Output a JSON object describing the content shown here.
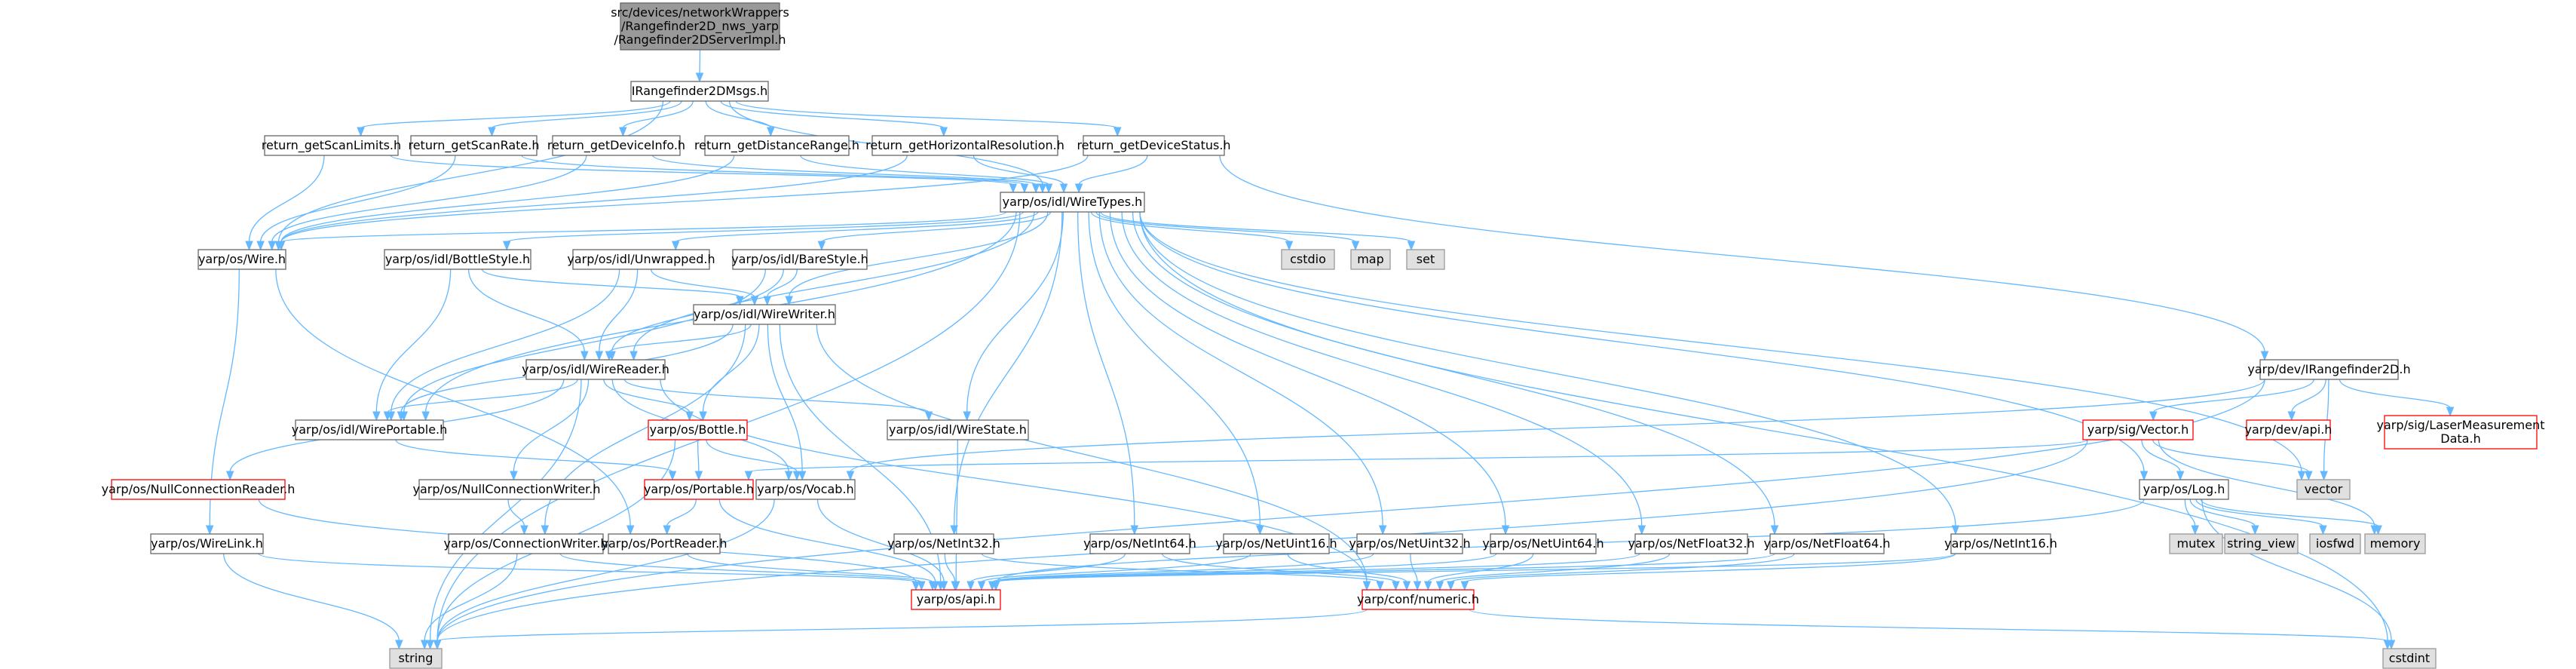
{
  "colors": {
    "edge": "#63b8ff",
    "node_border": "#666666",
    "node_fill": "#ffffff",
    "root_fill": "#999999",
    "root_border": "#666666",
    "system_fill": "#e0e0e0",
    "system_border": "#999999",
    "truncated_border": "#ff0000",
    "text": "#000000"
  },
  "nodes": [
    {
      "id": "root",
      "lines": [
        "src/devices/networkWrappers",
        "/Rangefinder2D_nws_yarp",
        "/Rangefinder2DServerImpl.h"
      ],
      "kind": "root"
    },
    {
      "id": "irf2dmsgs",
      "lines": [
        "IRangefinder2DMsgs.h"
      ],
      "kind": "normal"
    },
    {
      "id": "scanlimits",
      "lines": [
        "return_getScanLimits.h"
      ],
      "kind": "normal"
    },
    {
      "id": "scanrate",
      "lines": [
        "return_getScanRate.h"
      ],
      "kind": "normal"
    },
    {
      "id": "deviceinfo",
      "lines": [
        "return_getDeviceInfo.h"
      ],
      "kind": "normal"
    },
    {
      "id": "distrange",
      "lines": [
        "return_getDistanceRange.h"
      ],
      "kind": "normal"
    },
    {
      "id": "horizres",
      "lines": [
        "return_getHorizontalResolution.h"
      ],
      "kind": "normal"
    },
    {
      "id": "devstatus",
      "lines": [
        "return_getDeviceStatus.h"
      ],
      "kind": "normal"
    },
    {
      "id": "wiretypes",
      "lines": [
        "yarp/os/idl/WireTypes.h"
      ],
      "kind": "normal"
    },
    {
      "id": "wire",
      "lines": [
        "yarp/os/Wire.h"
      ],
      "kind": "normal"
    },
    {
      "id": "cstdio",
      "lines": [
        "cstdio"
      ],
      "kind": "system"
    },
    {
      "id": "map",
      "lines": [
        "map"
      ],
      "kind": "system"
    },
    {
      "id": "set",
      "lines": [
        "set"
      ],
      "kind": "system"
    },
    {
      "id": "bottlestyle",
      "lines": [
        "yarp/os/idl/BottleStyle.h"
      ],
      "kind": "normal"
    },
    {
      "id": "unwrapped",
      "lines": [
        "yarp/os/idl/Unwrapped.h"
      ],
      "kind": "normal"
    },
    {
      "id": "barestyle",
      "lines": [
        "yarp/os/idl/BareStyle.h"
      ],
      "kind": "normal"
    },
    {
      "id": "wirewriter",
      "lines": [
        "yarp/os/idl/WireWriter.h"
      ],
      "kind": "normal"
    },
    {
      "id": "wirereader",
      "lines": [
        "yarp/os/idl/WireReader.h"
      ],
      "kind": "normal"
    },
    {
      "id": "irf2d",
      "lines": [
        "yarp/dev/IRangefinder2D.h"
      ],
      "kind": "normal"
    },
    {
      "id": "wireportable",
      "lines": [
        "yarp/os/idl/WirePortable.h"
      ],
      "kind": "normal"
    },
    {
      "id": "bottle",
      "lines": [
        "yarp/os/Bottle.h"
      ],
      "kind": "truncated"
    },
    {
      "id": "wirestate",
      "lines": [
        "yarp/os/idl/WireState.h"
      ],
      "kind": "normal"
    },
    {
      "id": "sigvector",
      "lines": [
        "yarp/sig/Vector.h"
      ],
      "kind": "truncated"
    },
    {
      "id": "devapi",
      "lines": [
        "yarp/dev/api.h"
      ],
      "kind": "truncated"
    },
    {
      "id": "lasermeas",
      "lines": [
        "yarp/sig/LaserMeasurement",
        "Data.h"
      ],
      "kind": "truncated"
    },
    {
      "id": "vector",
      "lines": [
        "vector"
      ],
      "kind": "system"
    },
    {
      "id": "vocab",
      "lines": [
        "yarp/os/Vocab.h"
      ],
      "kind": "normal"
    },
    {
      "id": "nullconnreader",
      "lines": [
        "yarp/os/NullConnectionReader.h"
      ],
      "kind": "truncated"
    },
    {
      "id": "nullconnwriter",
      "lines": [
        "yarp/os/NullConnectionWriter.h"
      ],
      "kind": "normal"
    },
    {
      "id": "portable",
      "lines": [
        "yarp/os/Portable.h"
      ],
      "kind": "truncated"
    },
    {
      "id": "log",
      "lines": [
        "yarp/os/Log.h"
      ],
      "kind": "normal"
    },
    {
      "id": "memory",
      "lines": [
        "memory"
      ],
      "kind": "system"
    },
    {
      "id": "mutex",
      "lines": [
        "mutex"
      ],
      "kind": "system"
    },
    {
      "id": "string_view",
      "lines": [
        "string_view"
      ],
      "kind": "system"
    },
    {
      "id": "iosfwd",
      "lines": [
        "iosfwd"
      ],
      "kind": "system"
    },
    {
      "id": "wirelink",
      "lines": [
        "yarp/os/WireLink.h"
      ],
      "kind": "normal"
    },
    {
      "id": "connwriter",
      "lines": [
        "yarp/os/ConnectionWriter.h"
      ],
      "kind": "normal"
    },
    {
      "id": "portreader",
      "lines": [
        "yarp/os/PortReader.h"
      ],
      "kind": "normal"
    },
    {
      "id": "netint32",
      "lines": [
        "yarp/os/NetInt32.h"
      ],
      "kind": "normal"
    },
    {
      "id": "netint64",
      "lines": [
        "yarp/os/NetInt64.h"
      ],
      "kind": "normal"
    },
    {
      "id": "netuint16",
      "lines": [
        "yarp/os/NetUint16.h"
      ],
      "kind": "normal"
    },
    {
      "id": "netuint32",
      "lines": [
        "yarp/os/NetUint32.h"
      ],
      "kind": "normal"
    },
    {
      "id": "netuint64",
      "lines": [
        "yarp/os/NetUint64.h"
      ],
      "kind": "normal"
    },
    {
      "id": "netfloat32",
      "lines": [
        "yarp/os/NetFloat32.h"
      ],
      "kind": "normal"
    },
    {
      "id": "netfloat64",
      "lines": [
        "yarp/os/NetFloat64.h"
      ],
      "kind": "normal"
    },
    {
      "id": "netint16",
      "lines": [
        "yarp/os/NetInt16.h"
      ],
      "kind": "normal"
    },
    {
      "id": "osapi",
      "lines": [
        "yarp/os/api.h"
      ],
      "kind": "truncated"
    },
    {
      "id": "numeric",
      "lines": [
        "yarp/conf/numeric.h"
      ],
      "kind": "truncated"
    },
    {
      "id": "string",
      "lines": [
        "string"
      ],
      "kind": "system"
    },
    {
      "id": "cstdint",
      "lines": [
        "cstdint"
      ],
      "kind": "system"
    }
  ],
  "edges": [
    [
      "root",
      "irf2dmsgs"
    ],
    [
      "irf2dmsgs",
      "scanlimits"
    ],
    [
      "irf2dmsgs",
      "scanrate"
    ],
    [
      "irf2dmsgs",
      "deviceinfo"
    ],
    [
      "irf2dmsgs",
      "distrange"
    ],
    [
      "irf2dmsgs",
      "horizres"
    ],
    [
      "irf2dmsgs",
      "devstatus"
    ],
    [
      "irf2dmsgs",
      "wiretypes"
    ],
    [
      "irf2dmsgs",
      "wire"
    ],
    [
      "scanlimits",
      "wiretypes"
    ],
    [
      "scanlimits",
      "wire"
    ],
    [
      "scanrate",
      "wiretypes"
    ],
    [
      "scanrate",
      "wire"
    ],
    [
      "deviceinfo",
      "wiretypes"
    ],
    [
      "deviceinfo",
      "wire"
    ],
    [
      "distrange",
      "wiretypes"
    ],
    [
      "distrange",
      "wire"
    ],
    [
      "horizres",
      "wiretypes"
    ],
    [
      "horizres",
      "wire"
    ],
    [
      "devstatus",
      "wiretypes"
    ],
    [
      "devstatus",
      "wire"
    ],
    [
      "devstatus",
      "irf2d"
    ],
    [
      "wiretypes",
      "wire"
    ],
    [
      "wiretypes",
      "cstdio"
    ],
    [
      "wiretypes",
      "map"
    ],
    [
      "wiretypes",
      "set"
    ],
    [
      "wiretypes",
      "bottlestyle"
    ],
    [
      "wiretypes",
      "unwrapped"
    ],
    [
      "wiretypes",
      "barestyle"
    ],
    [
      "wiretypes",
      "wirewriter"
    ],
    [
      "wiretypes",
      "wirereader"
    ],
    [
      "wiretypes",
      "wireportable"
    ],
    [
      "wiretypes",
      "wirestate"
    ],
    [
      "wiretypes",
      "string"
    ],
    [
      "wiretypes",
      "vector"
    ],
    [
      "wiretypes",
      "cstdint"
    ],
    [
      "wiretypes",
      "netint32"
    ],
    [
      "wiretypes",
      "netint64"
    ],
    [
      "wiretypes",
      "netuint16"
    ],
    [
      "wiretypes",
      "netuint32"
    ],
    [
      "wiretypes",
      "netuint64"
    ],
    [
      "wiretypes",
      "netfloat32"
    ],
    [
      "wiretypes",
      "netfloat64"
    ],
    [
      "wiretypes",
      "netint16"
    ],
    [
      "wiretypes",
      "log"
    ],
    [
      "wire",
      "wirelink"
    ],
    [
      "wire",
      "portreader"
    ],
    [
      "bottlestyle",
      "wirewriter"
    ],
    [
      "bottlestyle",
      "wirereader"
    ],
    [
      "bottlestyle",
      "wireportable"
    ],
    [
      "unwrapped",
      "wirewriter"
    ],
    [
      "unwrapped",
      "wirereader"
    ],
    [
      "unwrapped",
      "wireportable"
    ],
    [
      "barestyle",
      "wirewriter"
    ],
    [
      "barestyle",
      "wirereader"
    ],
    [
      "barestyle",
      "wireportable"
    ],
    [
      "wirewriter",
      "wirereader"
    ],
    [
      "wirewriter",
      "wireportable"
    ],
    [
      "wirewriter",
      "bottle"
    ],
    [
      "wirewriter",
      "vocab"
    ],
    [
      "wirewriter",
      "connwriter"
    ],
    [
      "wirewriter",
      "osapi"
    ],
    [
      "wirewriter",
      "numeric"
    ],
    [
      "wirereader",
      "wireportable"
    ],
    [
      "wirereader",
      "bottle"
    ],
    [
      "wirereader",
      "wirestate"
    ],
    [
      "wirereader",
      "vocab"
    ],
    [
      "wirereader",
      "nullconnreader"
    ],
    [
      "wirereader",
      "nullconnwriter"
    ],
    [
      "wirereader",
      "string"
    ],
    [
      "wirereader",
      "numeric"
    ],
    [
      "wireportable",
      "portable"
    ],
    [
      "bottle",
      "portable"
    ],
    [
      "bottle",
      "vocab"
    ],
    [
      "bottle",
      "string"
    ],
    [
      "portable",
      "portreader"
    ],
    [
      "portable",
      "osapi"
    ],
    [
      "vocab",
      "osapi"
    ],
    [
      "vocab",
      "string"
    ],
    [
      "wirestate",
      "osapi"
    ],
    [
      "irf2d",
      "sigvector"
    ],
    [
      "irf2d",
      "devapi"
    ],
    [
      "irf2d",
      "lasermeas"
    ],
    [
      "irf2d",
      "vector"
    ],
    [
      "irf2d",
      "vocab"
    ],
    [
      "irf2d",
      "string"
    ],
    [
      "sigvector",
      "portable"
    ],
    [
      "sigvector",
      "log"
    ],
    [
      "sigvector",
      "vector"
    ],
    [
      "sigvector",
      "string"
    ],
    [
      "sigvector",
      "memory"
    ],
    [
      "log",
      "mutex"
    ],
    [
      "log",
      "string_view"
    ],
    [
      "log",
      "iosfwd"
    ],
    [
      "log",
      "memory"
    ],
    [
      "log",
      "cstdint"
    ],
    [
      "log",
      "osapi"
    ],
    [
      "nullconnreader",
      "osapi"
    ],
    [
      "nullconnwriter",
      "connwriter"
    ],
    [
      "connwriter",
      "osapi"
    ],
    [
      "connwriter",
      "string"
    ],
    [
      "portreader",
      "osapi"
    ],
    [
      "wirelink",
      "osapi"
    ],
    [
      "wirelink",
      "string"
    ],
    [
      "netint32",
      "osapi"
    ],
    [
      "netint32",
      "numeric"
    ],
    [
      "netint64",
      "osapi"
    ],
    [
      "netint64",
      "numeric"
    ],
    [
      "netuint16",
      "osapi"
    ],
    [
      "netuint16",
      "numeric"
    ],
    [
      "netuint32",
      "osapi"
    ],
    [
      "netuint32",
      "numeric"
    ],
    [
      "netuint64",
      "osapi"
    ],
    [
      "netuint64",
      "numeric"
    ],
    [
      "netfloat32",
      "osapi"
    ],
    [
      "netfloat32",
      "numeric"
    ],
    [
      "netfloat64",
      "osapi"
    ],
    [
      "netfloat64",
      "numeric"
    ],
    [
      "netint16",
      "osapi"
    ],
    [
      "netint16",
      "numeric"
    ],
    [
      "numeric",
      "string"
    ],
    [
      "numeric",
      "cstdint"
    ]
  ]
}
